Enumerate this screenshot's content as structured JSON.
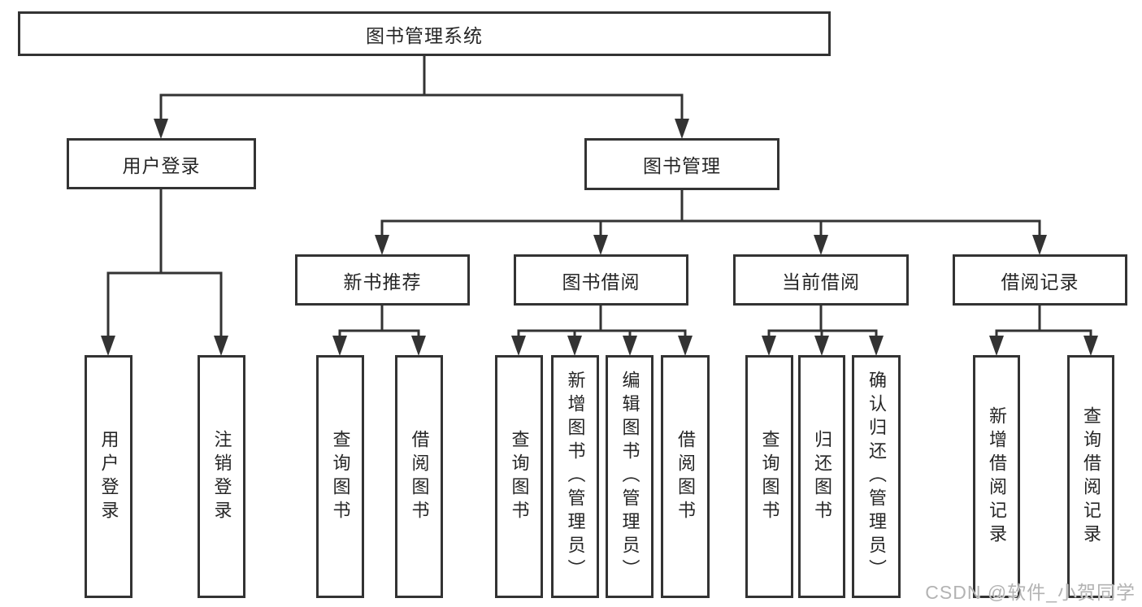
{
  "diagram": {
    "root": {
      "label": "图书管理系统"
    },
    "branches": [
      {
        "label": "用户登录",
        "children": [
          {
            "label": "用户登录"
          },
          {
            "label": "注销登录"
          }
        ]
      },
      {
        "label": "图书管理",
        "children": [
          {
            "label": "新书推荐",
            "children": [
              {
                "label": "查询图书"
              },
              {
                "label": "借阅图书"
              }
            ]
          },
          {
            "label": "图书借阅",
            "children": [
              {
                "label": "查询图书"
              },
              {
                "label": "新增图书（管理员）"
              },
              {
                "label": "编辑图书（管理员）"
              },
              {
                "label": "借阅图书"
              }
            ]
          },
          {
            "label": "当前借阅",
            "children": [
              {
                "label": "查询图书"
              },
              {
                "label": "归还图书"
              },
              {
                "label": "确认归还（管理员）"
              }
            ]
          },
          {
            "label": "借阅记录",
            "children": [
              {
                "label": "新增借阅记录"
              },
              {
                "label": "查询借阅记录"
              }
            ]
          }
        ]
      }
    ]
  },
  "watermark": {
    "text": "CSDN @软件_小贺同学"
  },
  "colors": {
    "line": "#333333",
    "box_border": "#333333",
    "box_fill": "#ffffff",
    "text": "#262626",
    "watermark": "#b3b3b3",
    "background": "#ffffff"
  }
}
